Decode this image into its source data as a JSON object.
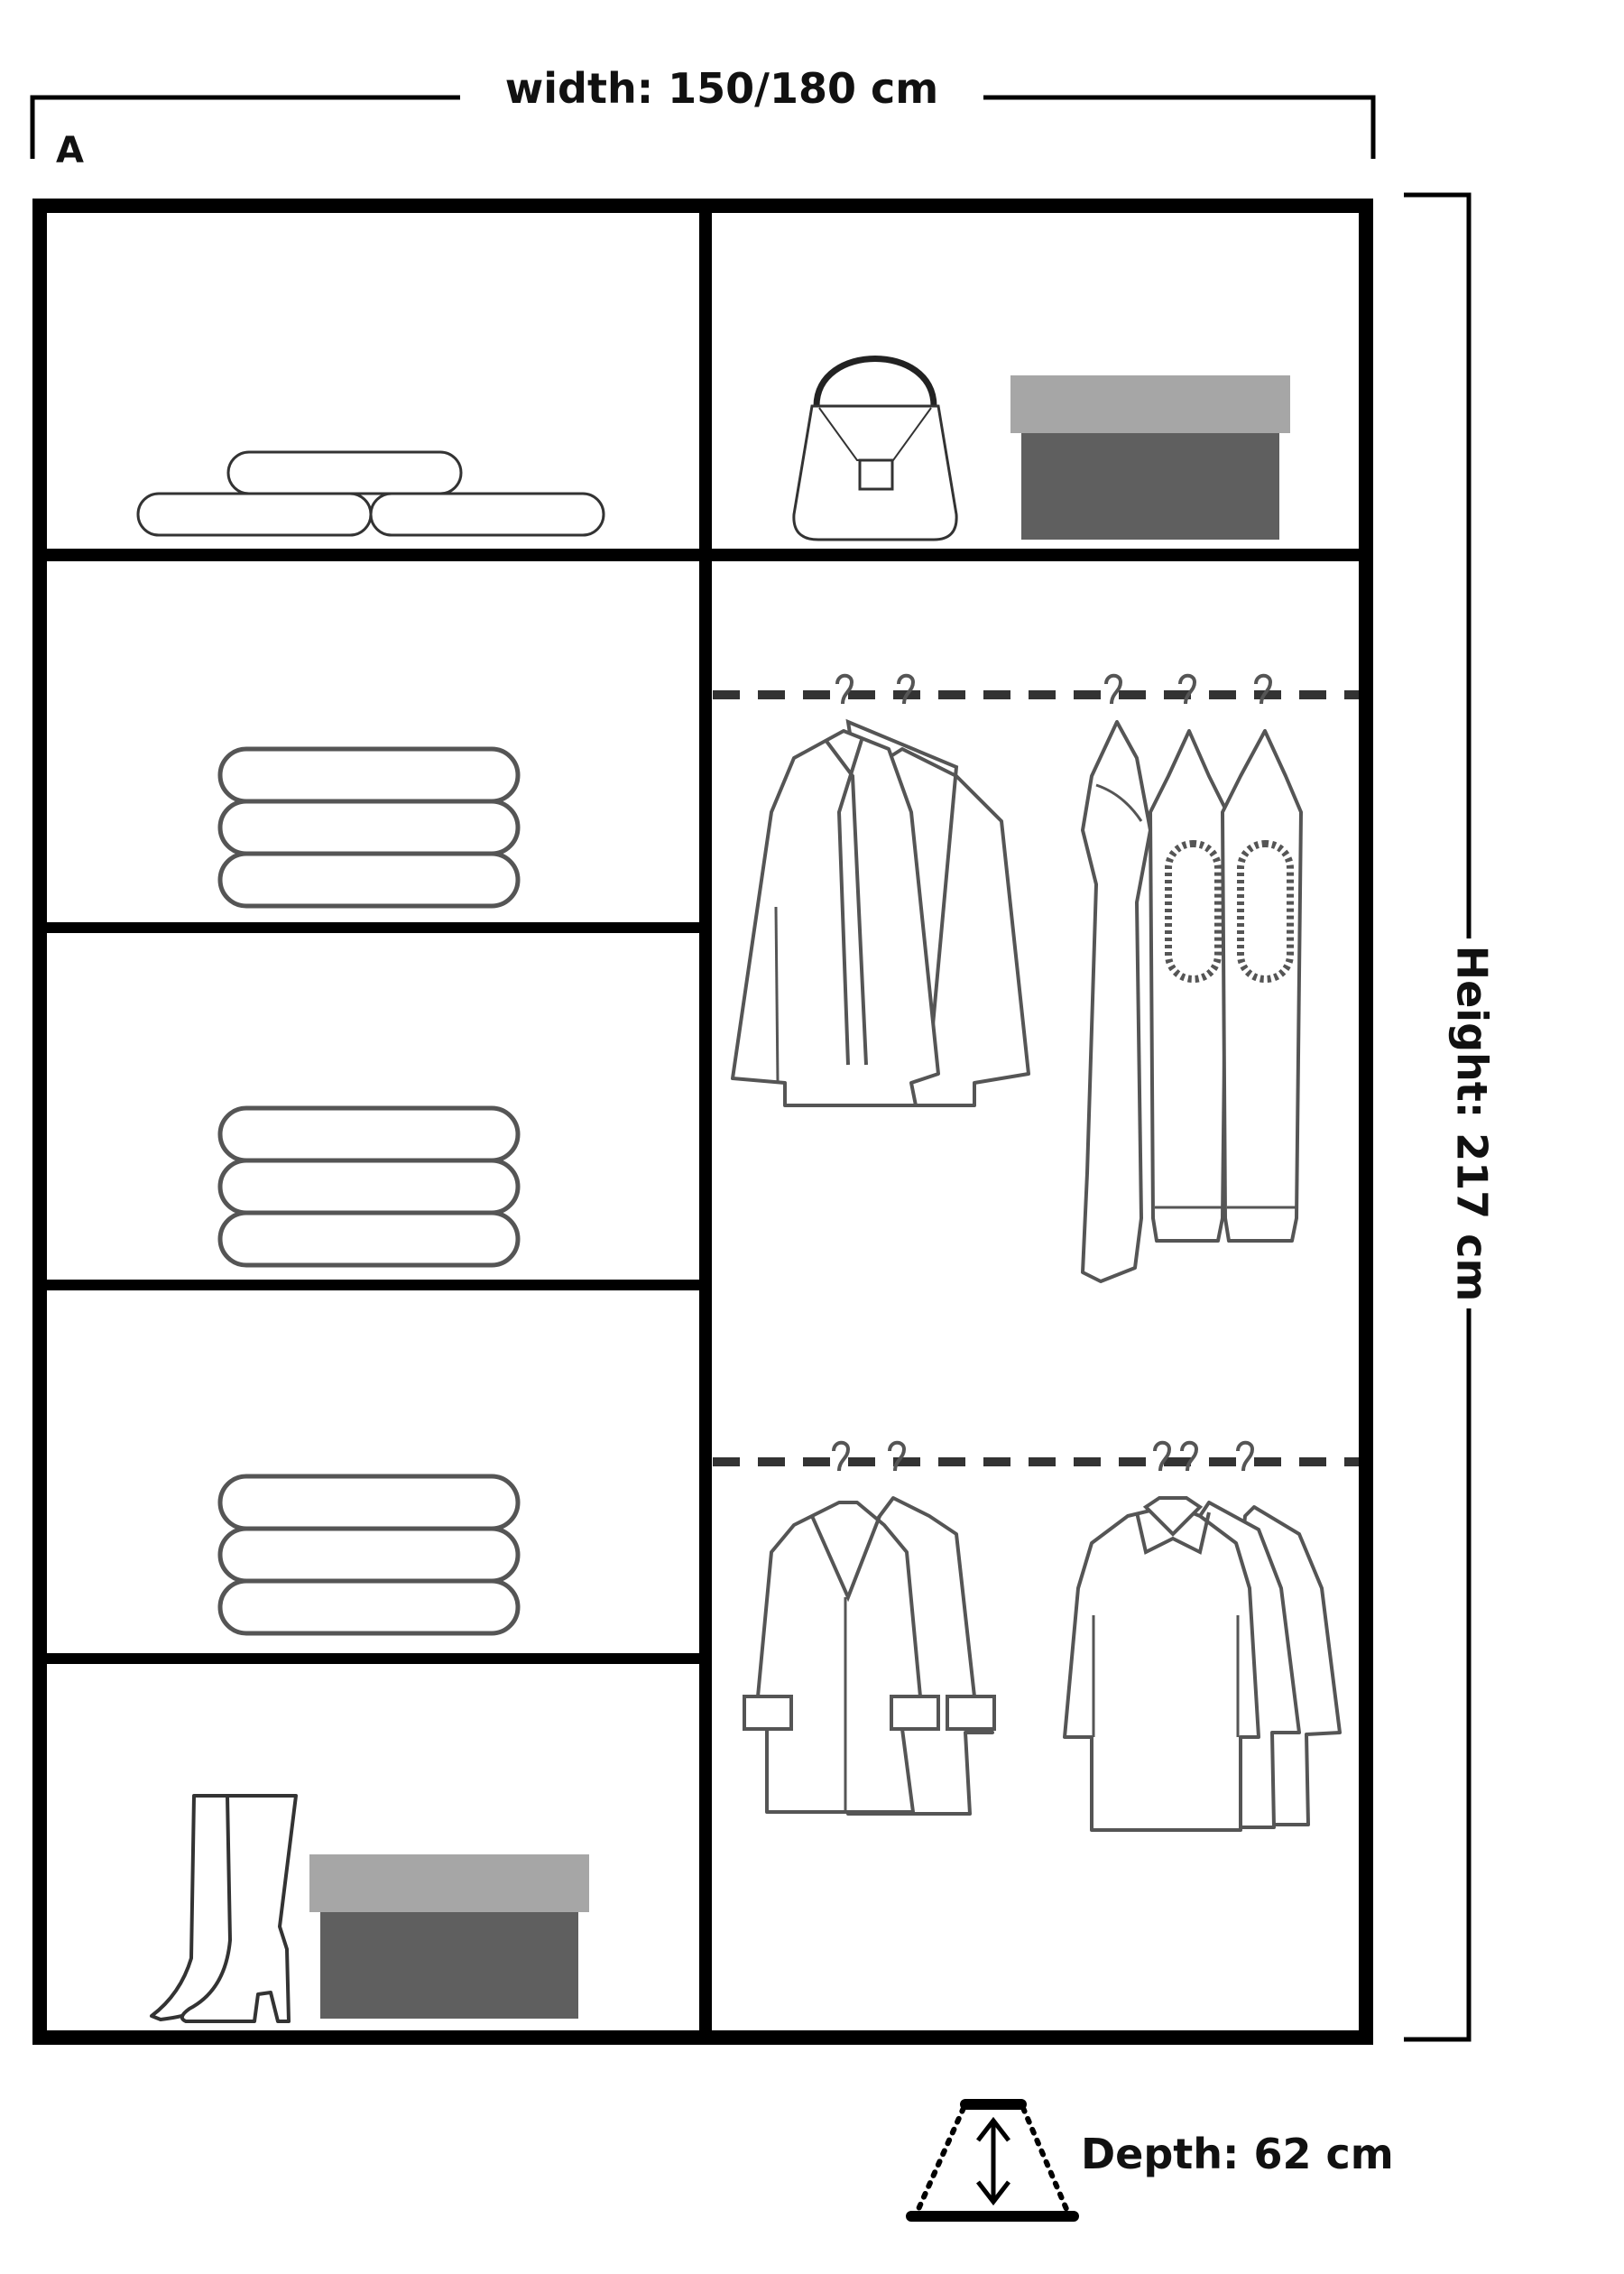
{
  "labels": {
    "width": "width: 150/180 cm",
    "height": "Height: 217 cm",
    "depth": "Depth: 62 cm",
    "variant": "A"
  },
  "colors": {
    "frame": "#000000",
    "box_lid": "#a6a6a6",
    "box_body": "#5f5f5f",
    "rail": "#333333",
    "garment_line": "#555555"
  },
  "icons": {
    "rolled_towels": "rolled-towels-icon",
    "handbag": "handbag-icon",
    "storage_box": "storage-box-icon",
    "folded_clothes": "folded-clothes-stack-icon",
    "jacket": "jacket-on-hanger-icon",
    "dress": "dress-on-hanger-icon",
    "coat": "coat-on-hanger-icon",
    "shirt": "shirt-on-hanger-icon",
    "boots": "boots-icon",
    "depth": "depth-arrow-icon"
  }
}
